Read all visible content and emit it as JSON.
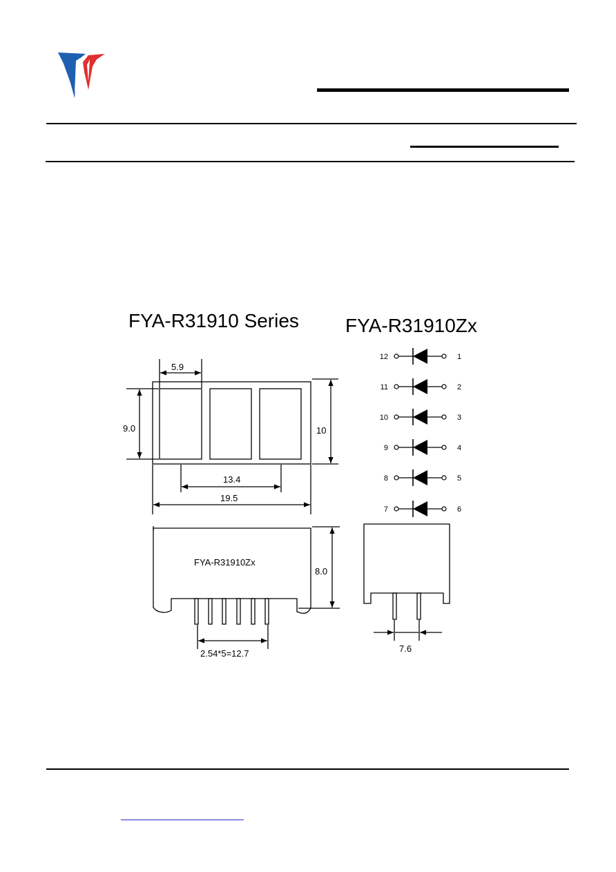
{
  "titles": {
    "series": "FYA-R31910 Series",
    "model": "FYA-R31910Zx"
  },
  "dimensions": {
    "window_width": "5.9",
    "window_height": "9.0",
    "total_height": "10",
    "inner_span": "13.4",
    "total_width": "19.5",
    "side_height": "8.0",
    "pitch": "2.54*5=12.7",
    "row_spacing": "7.6"
  },
  "part_label": "FYA-R31910Zx",
  "pins": [
    {
      "left": "12",
      "right": "1"
    },
    {
      "left": "11",
      "right": "2"
    },
    {
      "left": "10",
      "right": "3"
    },
    {
      "left": "9",
      "right": "4"
    },
    {
      "left": "8",
      "right": "5"
    },
    {
      "left": "7",
      "right": "6"
    }
  ],
  "colors": {
    "logo_blue": "#1f5fb0",
    "logo_red": "#e03030",
    "link_blue": "#2a2ad8"
  },
  "icons": {
    "logo": "company-logo-icon",
    "diode": "diode-symbol-icon"
  }
}
